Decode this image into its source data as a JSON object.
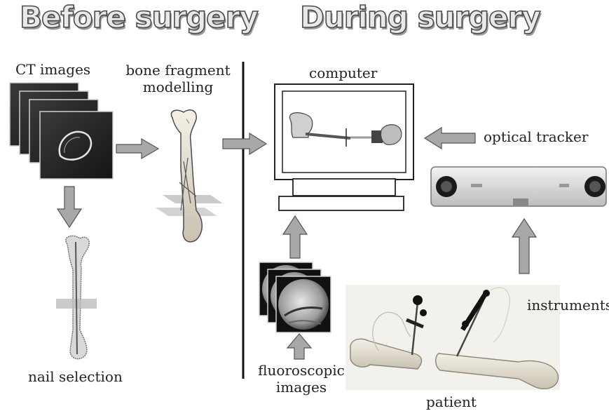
{
  "titles": {
    "before": "Before surgery",
    "during": "During surgery"
  },
  "labels": {
    "ct_images": "CT images",
    "bone_fragment_line1": "bone fragment",
    "bone_fragment_line2": "modelling",
    "nail_selection": "nail selection",
    "computer": "computer",
    "optical_tracker": "optical tracker",
    "instruments": "instruments",
    "fluoroscopic_line1": "fluoroscopic",
    "fluoroscopic_line2": "images",
    "patient": "patient"
  },
  "colors": {
    "arrow_fill": "#a8a8a8",
    "arrow_stroke": "#555555",
    "divider": "#111111",
    "title_fill": "#e9e9e9"
  },
  "icons": {
    "ct_stack": "ct-image-stack-icon",
    "bone_model": "bone-fragment-model-icon",
    "nail": "intramedullary-nail-icon",
    "monitor": "computer-monitor-icon",
    "tracker": "optical-tracker-device-icon",
    "fluoro": "fluoroscopic-image-stack-icon",
    "patient": "patient-femur-with-instruments-icon"
  }
}
